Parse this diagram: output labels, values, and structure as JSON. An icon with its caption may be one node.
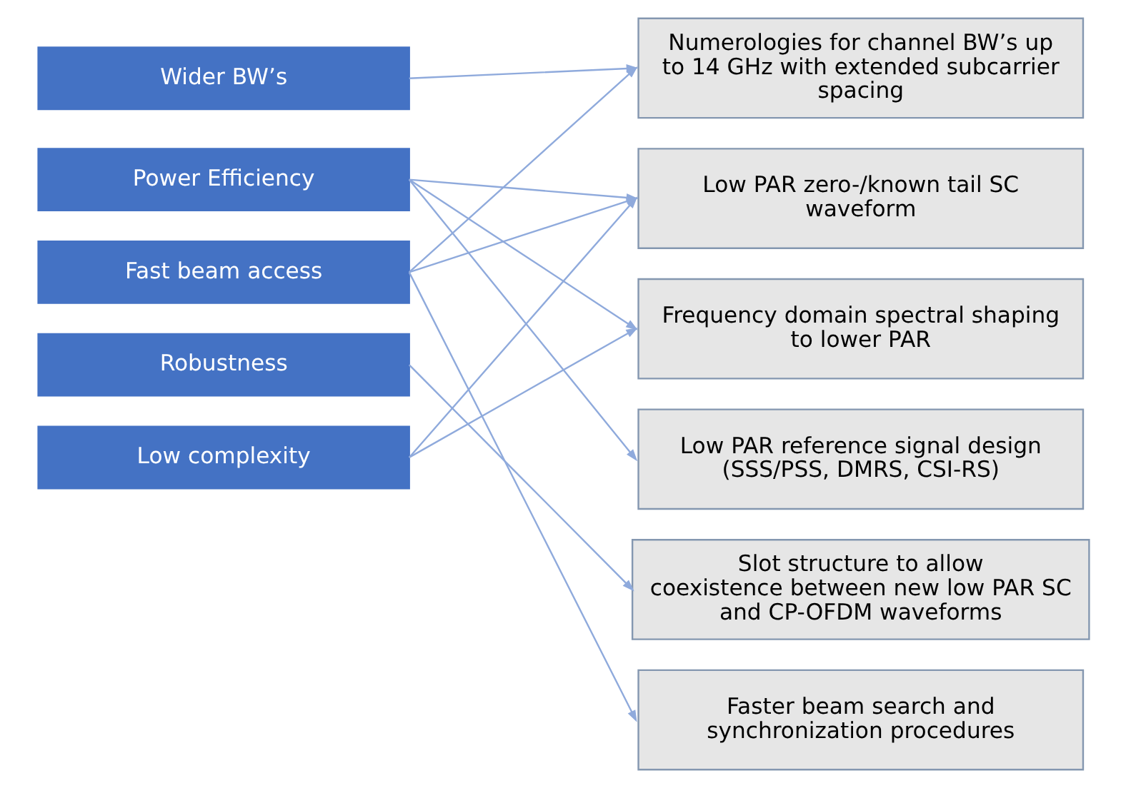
{
  "diagram": {
    "nodes": [
      {
        "text": [
          "Wider BW’s"
        ]
      },
      {
        "text": [
          "Power Efficiency"
        ]
      },
      {
        "text": [
          "Fast beam access"
        ]
      },
      {
        "text": [
          "Robustness"
        ]
      },
      {
        "text": [
          "Low complexity"
        ]
      },
      {
        "text": [
          "Numerologies for channel BW’s up to 14 GHz with extended subcarrier spacing"
        ]
      },
      {
        "text": [
          "Low PAR zero-/known tail SC waveform"
        ]
      },
      {
        "text": [
          "Frequency domain spectral shaping to lower PAR"
        ]
      },
      {
        "text": [
          "Low PAR reference signal design (SSS/PSS, DMRS, CSI-RS)"
        ]
      },
      {
        "text": [
          "Slot structure to allow coexistence between new low PAR SC and CP-OFDM waveforms"
        ]
      },
      {
        "text": [
          "Faster beam search and synchronization procedures"
        ]
      }
    ],
    "edges": [
      {
        "from": 0,
        "to": 5,
        "arrow": "to"
      },
      {
        "from": 1,
        "to": 6,
        "arrow": "to"
      },
      {
        "from": 1,
        "to": 7,
        "arrow": "to"
      },
      {
        "from": 1,
        "to": 8,
        "arrow": "to"
      },
      {
        "from": 2,
        "to": 5,
        "arrow": "to"
      },
      {
        "from": 2,
        "to": 6,
        "arrow": "to"
      },
      {
        "from": 2,
        "to": 10,
        "arrow": "to"
      },
      {
        "from": 3,
        "to": 9,
        "arrow": "to"
      },
      {
        "from": 4,
        "to": 6,
        "arrow": "to"
      },
      {
        "from": 4,
        "to": 7,
        "arrow": "to"
      }
    ]
  }
}
